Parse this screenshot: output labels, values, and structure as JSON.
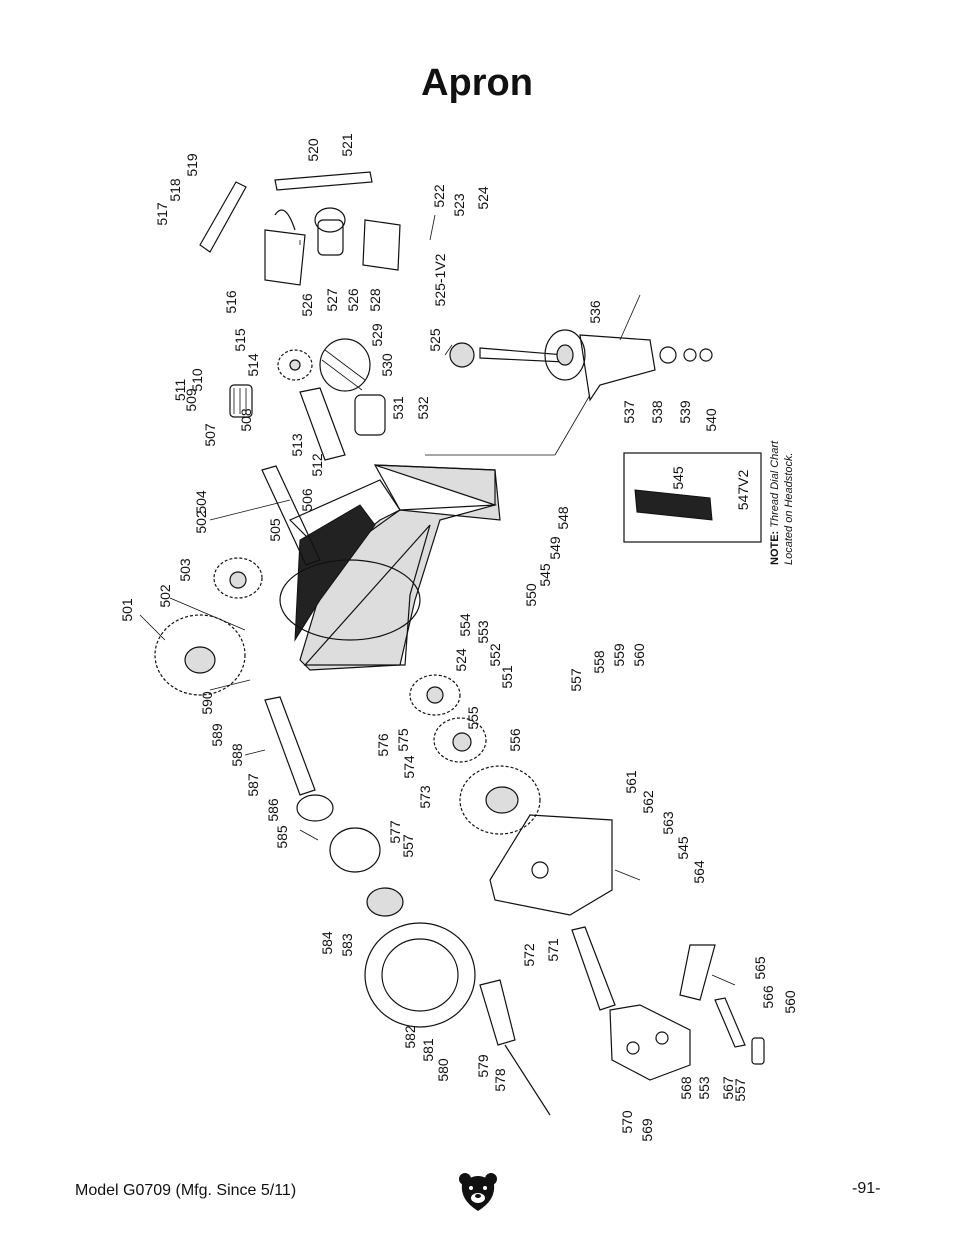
{
  "page": {
    "title": "Apron",
    "footer_left": "Model G0709 (Mfg. Since 5/11)",
    "footer_right": "-91-"
  },
  "note": {
    "bold": "NOTE:",
    "line1": "Thread Dial Chart",
    "line2": "Located on Headstock."
  },
  "inset_labels": [
    "545",
    "547V2"
  ],
  "part_labels": [
    "501",
    "502",
    "502",
    "503",
    "504",
    "505",
    "506",
    "507",
    "508",
    "509",
    "510",
    "511",
    "512",
    "513",
    "514",
    "515",
    "516",
    "517",
    "518",
    "519",
    "520",
    "521",
    "522",
    "523",
    "524",
    "524",
    "525",
    "525-1V2",
    "526",
    "526",
    "527",
    "528",
    "529",
    "530",
    "531",
    "532",
    "536",
    "537",
    "538",
    "539",
    "540",
    "545",
    "545",
    "548",
    "549",
    "550",
    "551",
    "552",
    "553",
    "553",
    "554",
    "555",
    "556",
    "557",
    "557",
    "557",
    "558",
    "559",
    "560",
    "560",
    "561",
    "562",
    "563",
    "564",
    "565",
    "566",
    "567",
    "568",
    "569",
    "570",
    "571",
    "572",
    "573",
    "574",
    "575",
    "576",
    "577",
    "578",
    "579",
    "580",
    "581",
    "582",
    "583",
    "584",
    "585",
    "586",
    "587",
    "588",
    "589",
    "590"
  ],
  "icons": {
    "logo": "bear-logo-icon"
  }
}
